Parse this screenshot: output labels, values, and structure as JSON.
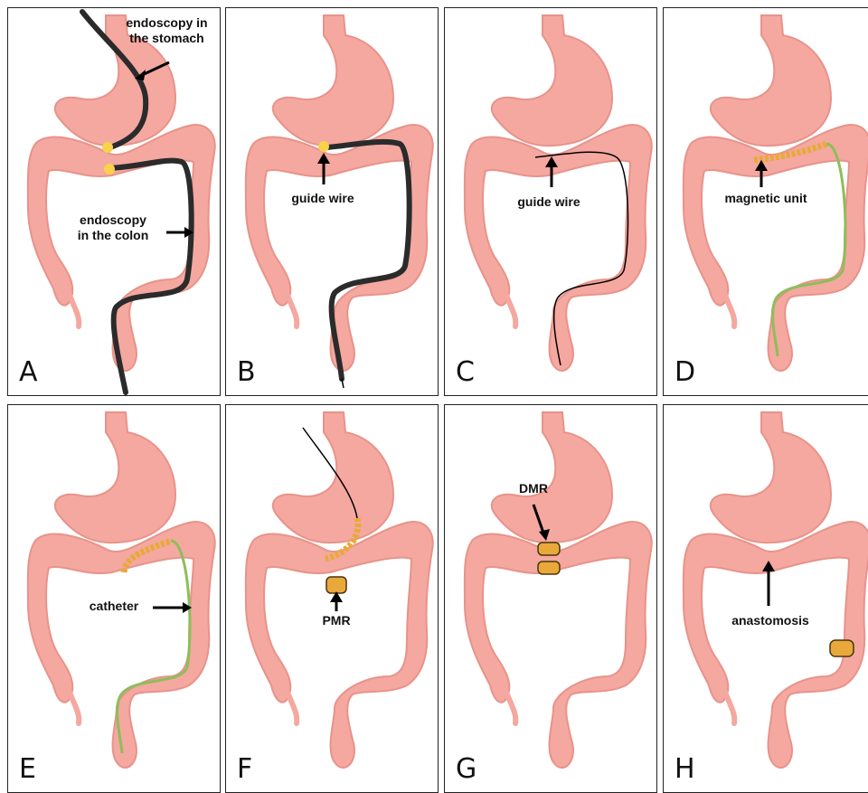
{
  "panels": [
    {
      "letter": "A",
      "labels": [
        "endoscopy in\nthe stomach",
        "endoscopy\nin the colon"
      ]
    },
    {
      "letter": "B",
      "labels": [
        "guide wire"
      ]
    },
    {
      "letter": "C",
      "labels": [
        "guide wire"
      ]
    },
    {
      "letter": "D",
      "labels": [
        "magnetic unit"
      ]
    },
    {
      "letter": "E",
      "labels": [
        "catheter"
      ]
    },
    {
      "letter": "F",
      "labels": [
        "PMR"
      ]
    },
    {
      "letter": "G",
      "labels": [
        "DMR"
      ]
    },
    {
      "letter": "H",
      "labels": [
        "anastomosis"
      ]
    }
  ],
  "colors": {
    "organ": "#F4A8A0",
    "organ_outline": "#E8938A",
    "endoscope": "#2b2b2b",
    "magnet": "#E9A93A",
    "tip": "#F7D24A",
    "catheter": "#8DBE5A"
  }
}
